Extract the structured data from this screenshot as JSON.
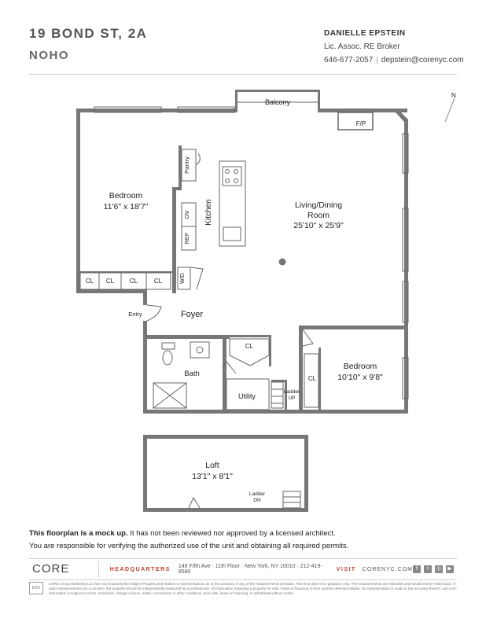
{
  "header": {
    "address": "19 BOND ST, 2A",
    "neighborhood": "NOHO"
  },
  "agent": {
    "name": "DANIELLE EPSTEIN",
    "title": "Lic. Assoc. RE Broker",
    "phone": "646-677-2057",
    "email": "depstein@corenyc.com"
  },
  "plan": {
    "compass": "N",
    "rooms": {
      "balcony": "Balcony",
      "fp": "F/P",
      "bedroom1_name": "Bedroom",
      "bedroom1_dims": "11'6\" x 18'7\"",
      "pantry": "Pantry",
      "kitchen": "Kitchen",
      "ov": "OV",
      "ref": "REF",
      "living_name": "Living/Dining",
      "living_name2": "Room",
      "living_dims": "25'10\" x 25'9\"",
      "cl": "CL",
      "wd": "W/D",
      "entry": "Entry",
      "foyer": "Foyer",
      "bath": "Bath",
      "utility": "Utility",
      "ladder_up1": "Ladder",
      "ladder_up2": "UP",
      "bedroom2_name": "Bedroom",
      "bedroom2_dims": "10'10\" x 9'8\"",
      "loft_name": "Loft",
      "loft_dims": "13'1\" x 8'1\"",
      "ladder_dn1": "Ladder",
      "ladder_dn2": "DN"
    }
  },
  "disclaimer": {
    "bold": "This floorplan is a mock up.",
    "line1_rest": " It has not been reviewed nor approved by a licensed architect.",
    "line2": "You are responsible for verifying the authorized use of the unit and obtaining all required permits."
  },
  "footer": {
    "brand": "CORE",
    "hq_label": "HEADQUARTERS",
    "hq_address": "149 Fifth Ave · 11th Floor · New York, NY 10010 · 212-419-8580",
    "visit_label": "VISIT",
    "website": "CORENYC.COM",
    "social_icons": [
      "facebook-icon",
      "twitter-icon",
      "instagram-icon",
      "youtube-icon"
    ],
    "eho": "EHO",
    "legal": "CORE Group Marketing LLC has not measured the Subject Property and makes no representations as to the accuracy of any of the measurements provided. This floor plan is for guidance only. The measurements are estimates and should not be relied upon. If exact measurements are a concern, the property should be independently measured by a professional. All information regarding a property for sale, rental or financing is from sources deemed reliable. No representation is made to the accuracy thereof, and such information is subject to errors, omissions, change of price, rental, commission or other conditions, prior sale, lease or financing, or withdrawal without notice.",
    "accent_color": "#c0392b"
  }
}
